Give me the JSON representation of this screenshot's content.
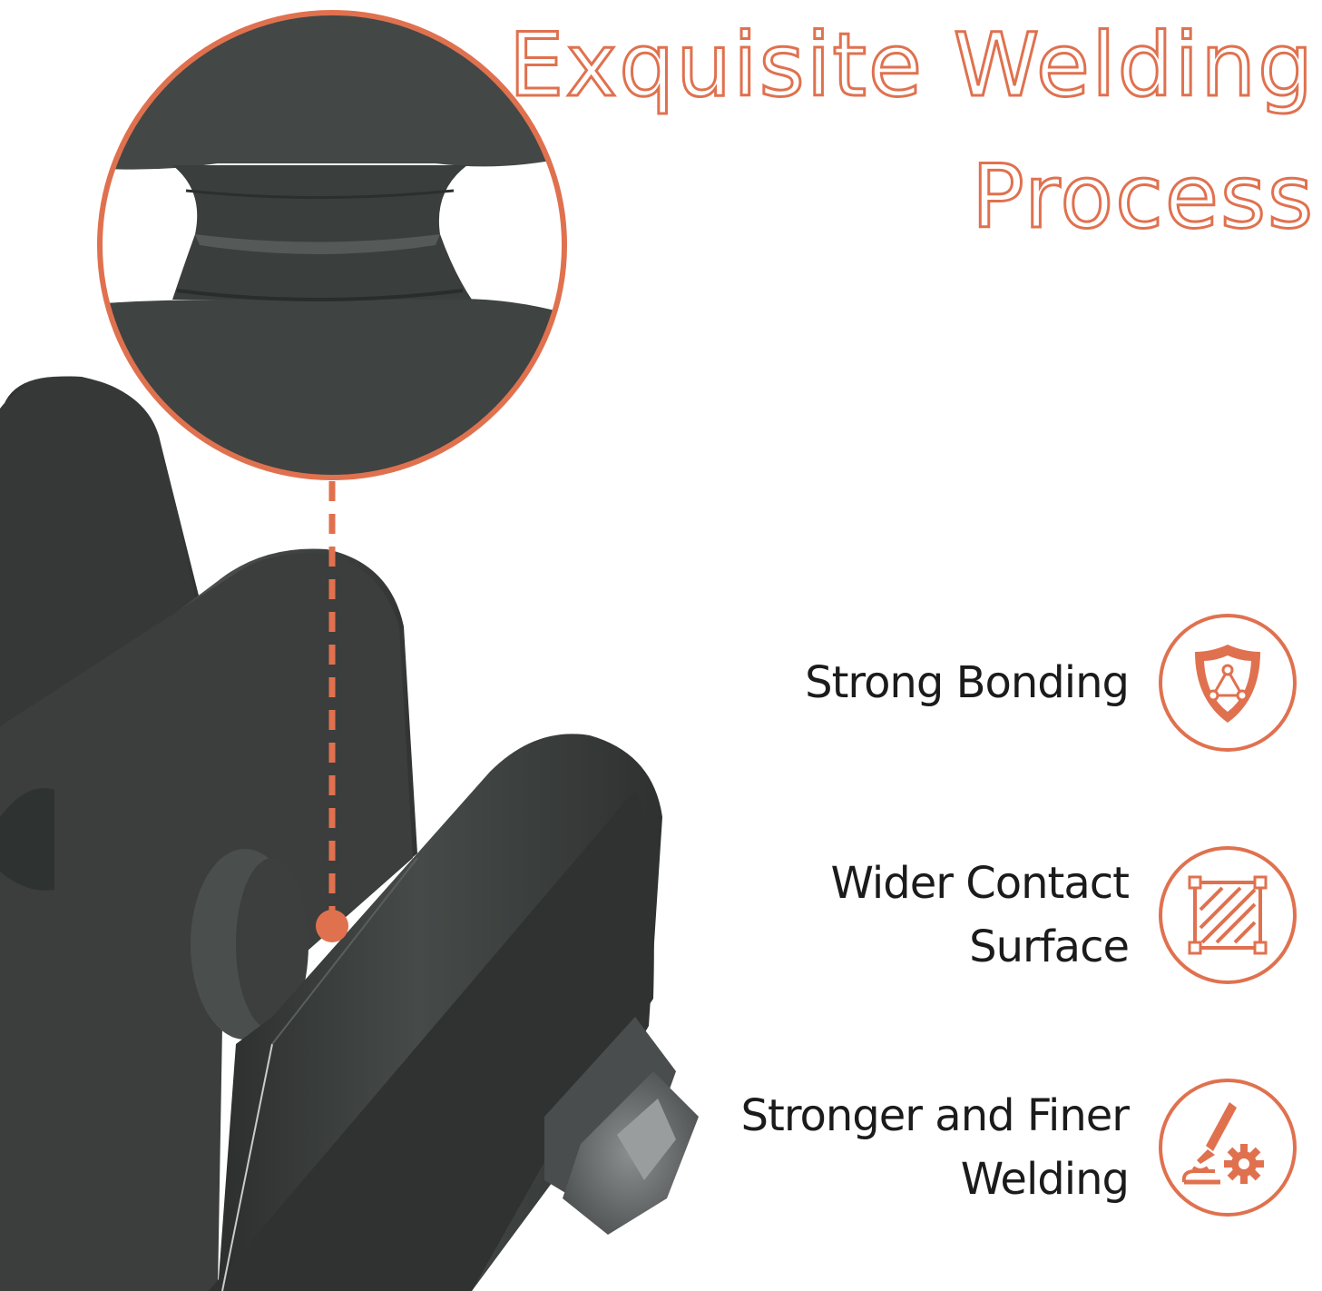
{
  "title": {
    "line1": "Exquisite Welding",
    "line2": "Process"
  },
  "features": [
    {
      "lines": [
        "Strong Bonding"
      ],
      "icon": "shield-triangle-icon"
    },
    {
      "lines": [
        "Wider Contact",
        "Surface"
      ],
      "icon": "hatched-square-icon"
    },
    {
      "lines": [
        "Stronger and Finer",
        "Welding"
      ],
      "icon": "welding-torch-gear-icon"
    }
  ],
  "colors": {
    "accent": "#e0714f",
    "metal": "#3a3d3c",
    "text": "#1b1b1b",
    "background": "#ffffff"
  }
}
